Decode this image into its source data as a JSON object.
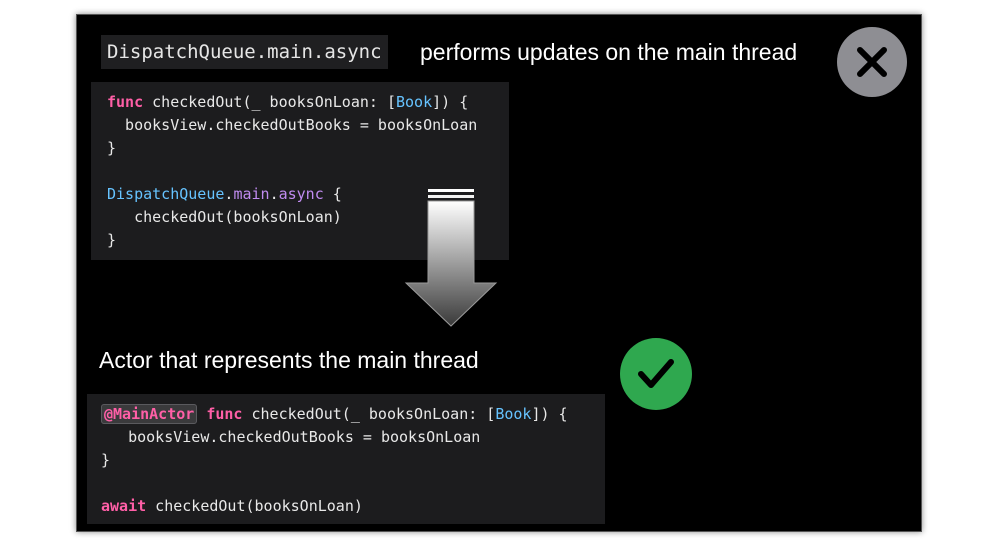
{
  "top": {
    "inline_code": "DispatchQueue.main.async",
    "caption": "performs updates on the main thread",
    "code": {
      "l1_kw": "func",
      "l1_a": " checkedOut(_ booksOnLoan: [",
      "l1_type": "Book",
      "l1_b": "]) {",
      "l2": "  booksView.checkedOutBooks = booksOnLoan",
      "l3": "}",
      "l5_type": "DispatchQueue",
      "l5_dot1": ".",
      "l5_main": "main",
      "l5_dot2": ".",
      "l5_async": "async",
      "l5_brace": " {",
      "l6": "   checkedOut(booksOnLoan)",
      "l7": "}"
    }
  },
  "bottom": {
    "caption": "Actor that represents the main thread",
    "code": {
      "attr": "@MainActor",
      "l1_kw": "func",
      "l1_a": " checkedOut(_ booksOnLoan: [",
      "l1_type": "Book",
      "l1_b": "]) {",
      "l2": "   booksView.checkedOutBooks = booksOnLoan",
      "l3": "}",
      "l5_kw": "await",
      "l5_rest": " checkedOut(booksOnLoan)"
    }
  },
  "colors": {
    "keyword": "#ff5fa7",
    "type": "#66c3ff",
    "member": "#c08bf0",
    "x_badge": "#8e8e93",
    "check_badge": "#2fa84f"
  },
  "icons": {
    "wrong": "x-mark-icon",
    "right": "check-mark-icon",
    "transition": "down-arrow-icon"
  }
}
